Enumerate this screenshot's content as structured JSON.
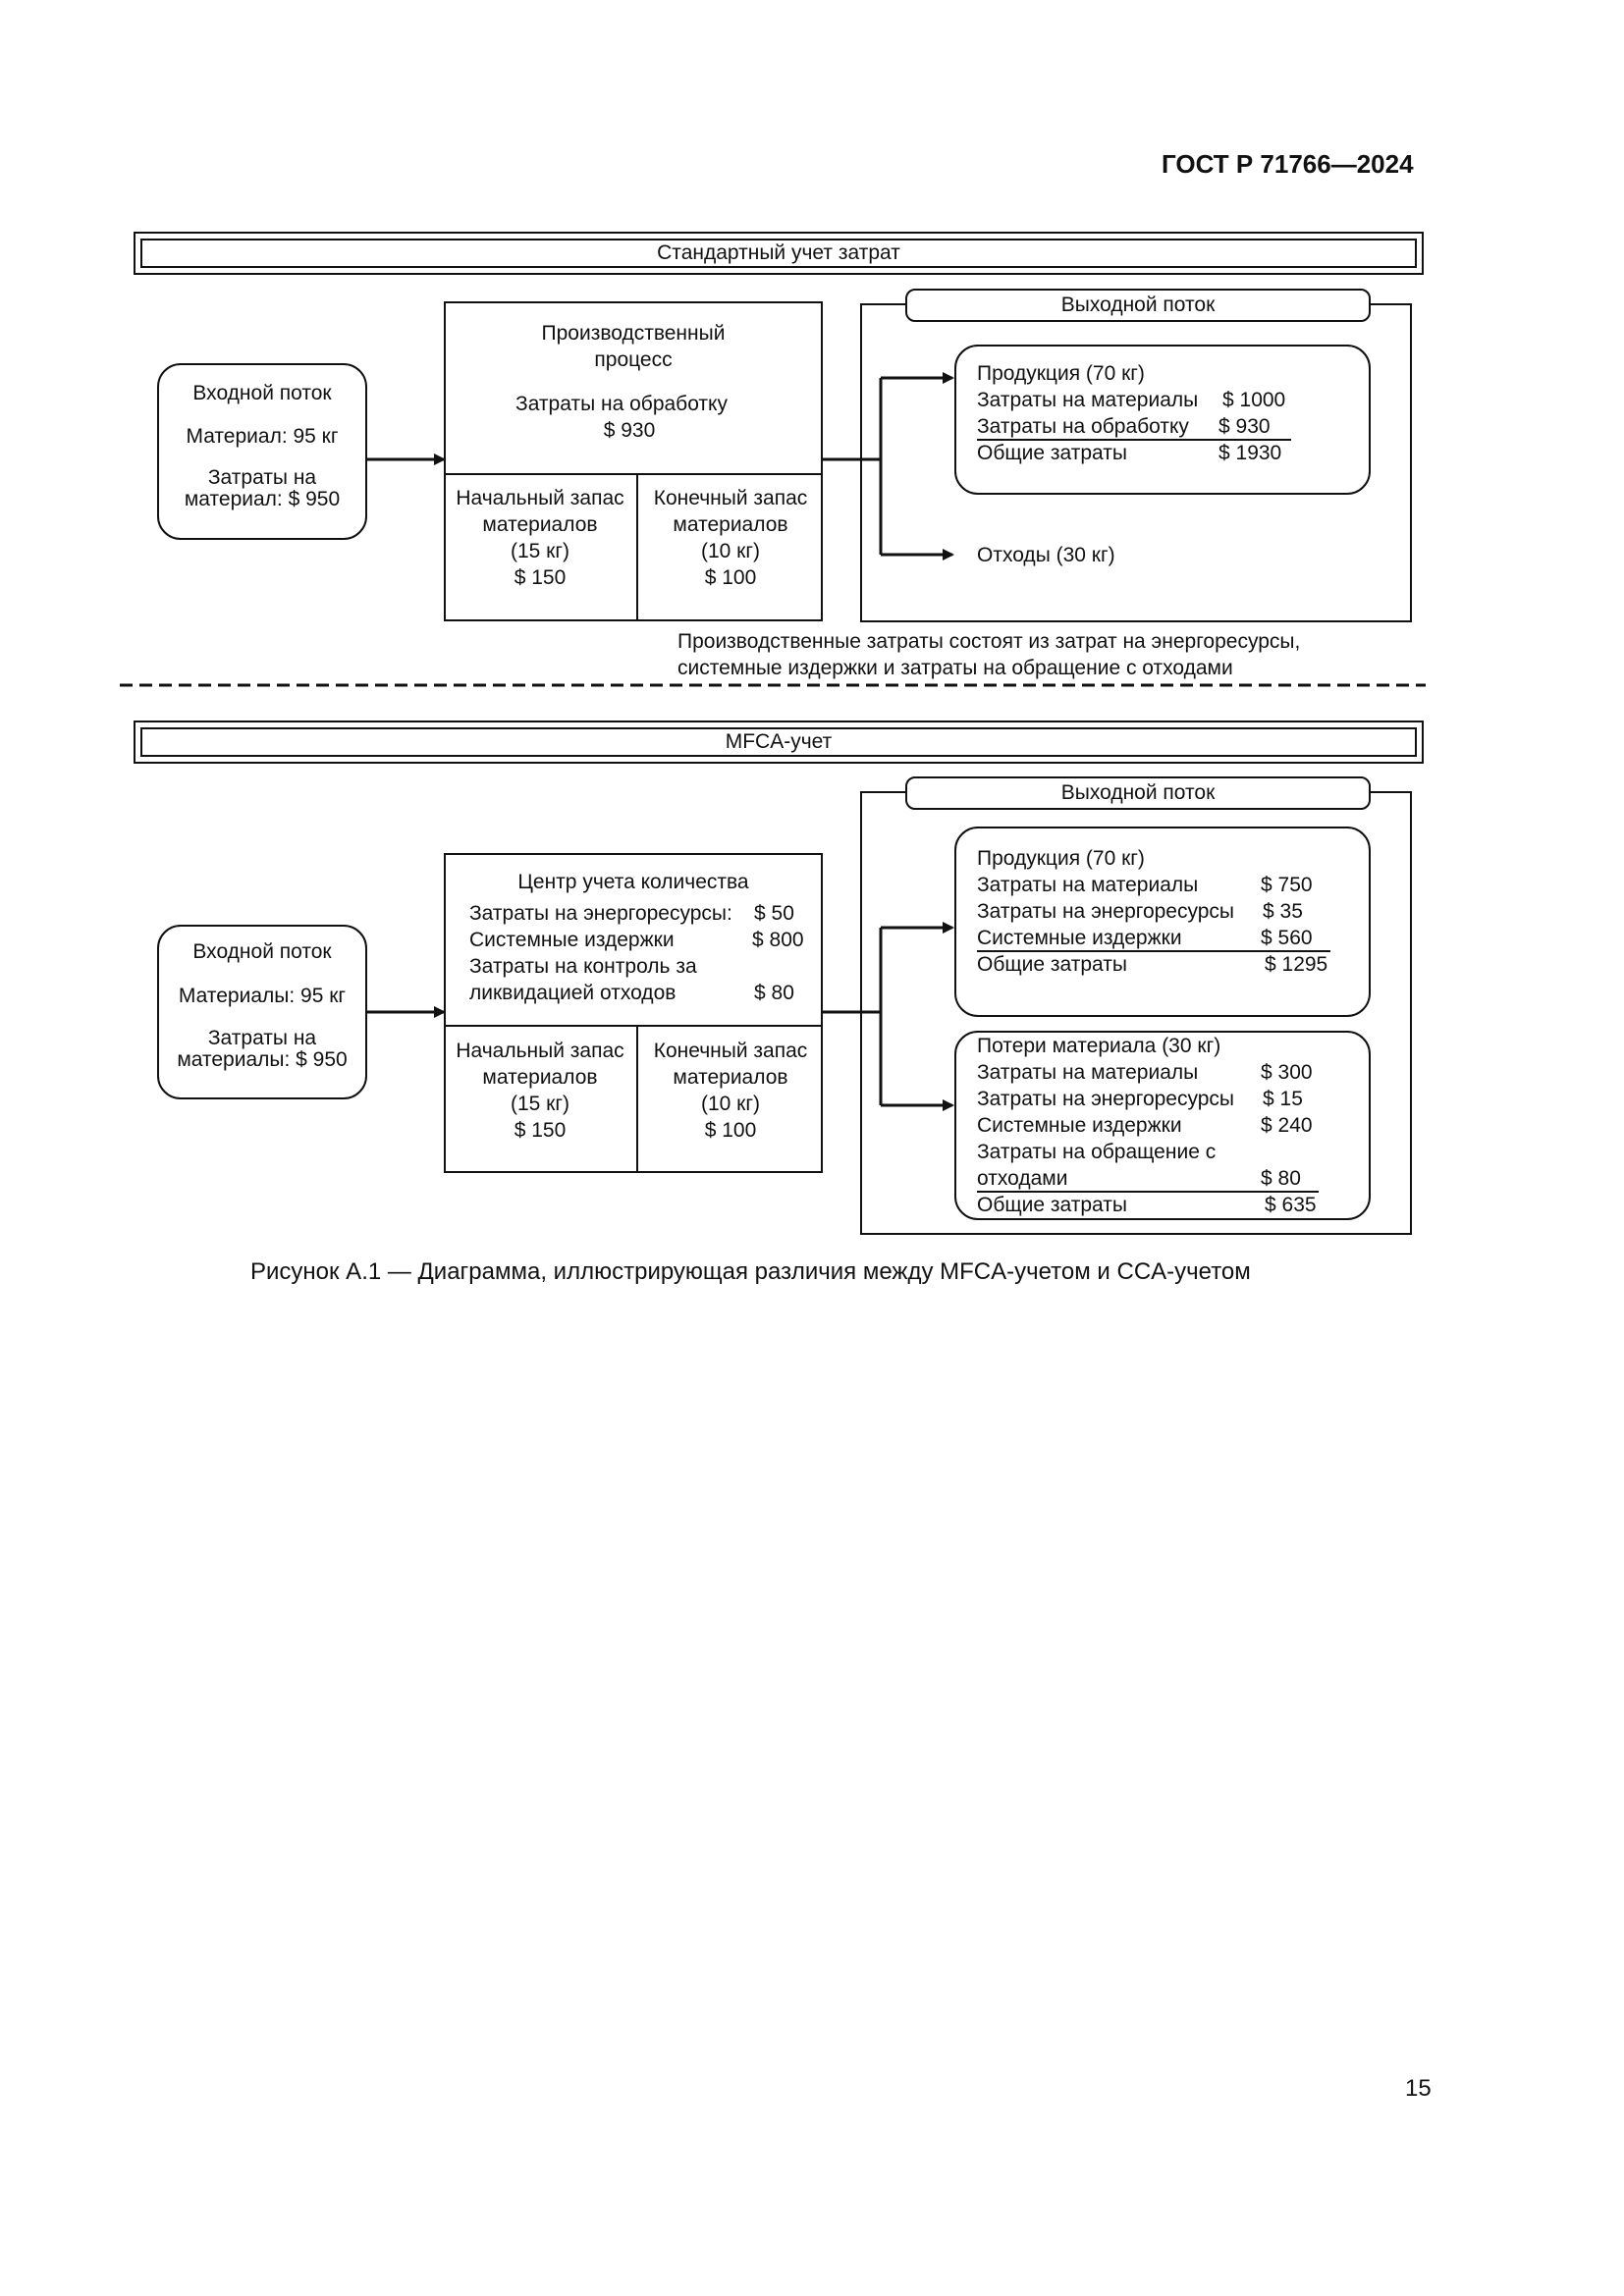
{
  "header": {
    "doc_code": "ГОСТ Р 71766—2024"
  },
  "standard": {
    "banner": "Стандартный учет затрат",
    "input": {
      "line1": "Входной поток",
      "line2": "Материал: 95 кг",
      "line3": "Затраты на",
      "line4": "материал: $ 950"
    },
    "process": {
      "line1": "Производственный",
      "line2": "процесс",
      "line3": "Затраты на обработку",
      "line4": "$ 930"
    },
    "stock_start": {
      "line1": "Начальный запас",
      "line2": "материалов",
      "line3": "(15 кг)",
      "line4": "$ 150"
    },
    "stock_end": {
      "line1": "Конечный запас",
      "line2": "материалов",
      "line3": "(10 кг)",
      "line4": "$ 100"
    },
    "output_title": "Выходной поток",
    "product": {
      "title": "Продукция (70 кг)",
      "rows": [
        {
          "label": "Затраты на материалы",
          "value": "$ 1000"
        },
        {
          "label": "Затраты на обработку",
          "value": "$ 930"
        },
        {
          "label": "Общие затраты",
          "value": "$ 1930"
        }
      ]
    },
    "waste": "Отходы (30 кг)",
    "note_line1": "Производственные затраты состоят из затрат на энергоресурсы,",
    "note_line2": "системные издержки и затраты на обращение с отходами"
  },
  "mfca": {
    "banner": "MFCA-учет",
    "input": {
      "line1": "Входной поток",
      "line2": "Материалы: 95 кг",
      "line3": "Затраты на",
      "line4": "материалы: $ 950"
    },
    "center": {
      "title": "Центр учета количества",
      "rows": [
        {
          "label": "Затраты на энергоресурсы:",
          "value": "$ 50"
        },
        {
          "label": "Системные издержки",
          "value": "$ 800"
        },
        {
          "label": "Затраты на контроль за",
          "value": ""
        },
        {
          "label": "ликвидацией отходов",
          "value": "$ 80"
        }
      ]
    },
    "stock_start": {
      "line1": "Начальный запас",
      "line2": "материалов",
      "line3": "(15 кг)",
      "line4": "$ 150"
    },
    "stock_end": {
      "line1": "Конечный запас",
      "line2": "материалов",
      "line3": "(10 кг)",
      "line4": "$ 100"
    },
    "output_title": "Выходной поток",
    "product": {
      "title": "Продукция (70 кг)",
      "rows": [
        {
          "label": "Затраты на материалы",
          "value": "$ 750"
        },
        {
          "label": "Затраты на энергоресурсы",
          "value": "$ 35"
        },
        {
          "label": "Системные издержки",
          "value": "$ 560"
        },
        {
          "label": "Общие затраты",
          "value": "$ 1295"
        }
      ]
    },
    "loss": {
      "title": "Потери материала (30 кг)",
      "rows": [
        {
          "label": "Затраты на материалы",
          "value": "$ 300"
        },
        {
          "label": "Затраты на энергоресурсы",
          "value": "$ 15"
        },
        {
          "label": "Системные издержки",
          "value": "$ 240"
        },
        {
          "label": "Затраты на обращение с",
          "value": ""
        },
        {
          "label": "отходами",
          "value": "$ 80"
        },
        {
          "label": "Общие затраты",
          "value": "$ 635"
        }
      ]
    }
  },
  "caption": "Рисунок А.1  — Диаграмма, иллюстрирующая различия между MFCA-учетом и CCA-учетом",
  "page_number": "15"
}
